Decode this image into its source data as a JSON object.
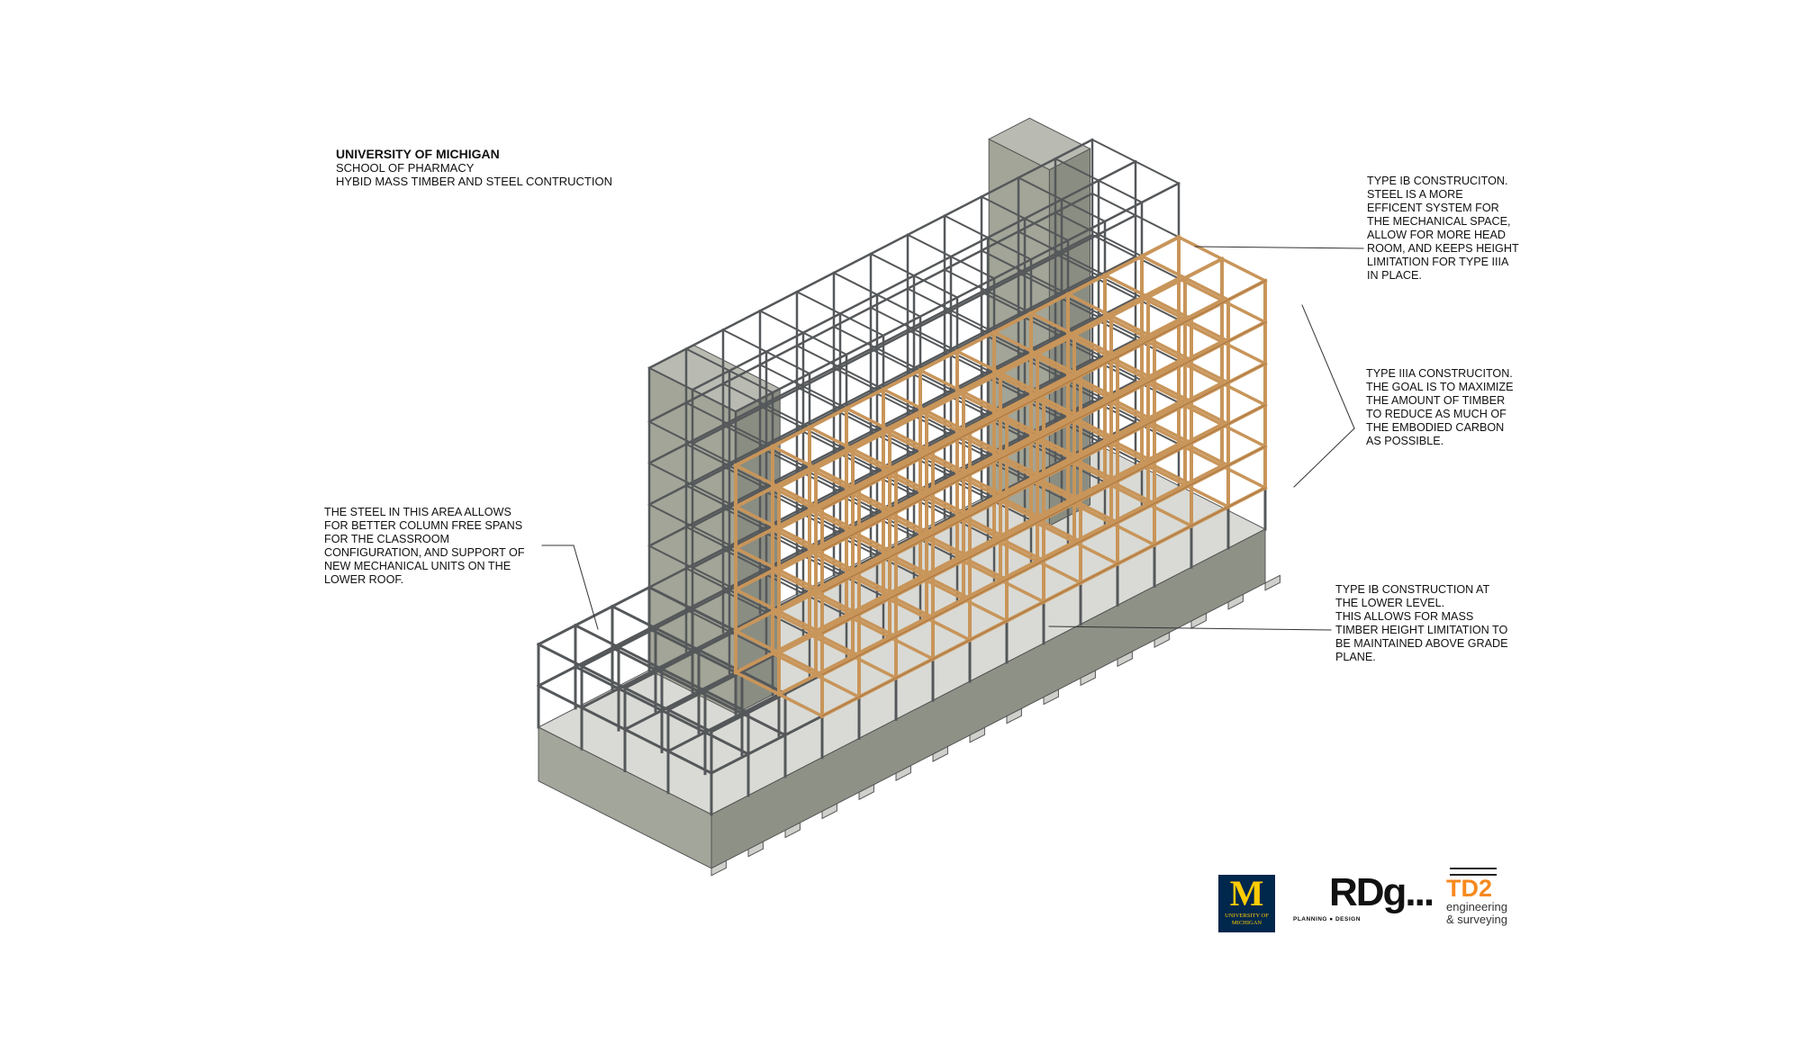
{
  "title": {
    "line1": "UNIVERSITY OF MICHIGAN",
    "line2": "SCHOOL OF PHARMACY",
    "line3": "HYBID MASS TIMBER AND  STEEL CONTRUCTION"
  },
  "notes": {
    "steel_mechanical": "TYPE IB CONSTRUCITON.\nSTEEL IS A MORE\nEFFICENT SYSTEM FOR\nTHE MECHANICAL SPACE,\nALLOW FOR MORE HEAD\nROOM, AND KEEPS HEIGHT\nLIMITATION FOR TYPE IIIA\nIN PLACE.",
    "timber": "TYPE IIIA CONSTRUCITON.\nTHE GOAL IS TO MAXIMIZE\nTHE AMOUNT OF TIMBER\nTO REDUCE AS MUCH OF\nTHE EMBODIED CARBON\nAS POSSIBLE.",
    "steel_classroom": "THE STEEL IN THIS AREA ALLOWS\nFOR BETTER COLUMN FREE SPANS\nFOR THE CLASSROOM\nCONFIGURATION, AND SUPPORT OF\nNEW MECHANICAL UNITS ON THE\nLOWER ROOF.",
    "lower_level": "TYPE IB CONSTRUCTION AT\nTHE LOWER LEVEL.\nTHIS ALLOWS FOR MASS\nTIMBER HEIGHT LIMITATION TO\nBE MAINTAINED ABOVE GRADE\nPLANE."
  },
  "logos": {
    "umich_letter": "M",
    "umich_text": "UNIVERSITY OF MICHIGAN",
    "rdg": "RDg...",
    "rdg_sub": "PLANNING ● DESIGN",
    "td2": "TD2",
    "td2_line1": "engineering",
    "td2_line2": "& surveying"
  },
  "colors": {
    "timber": "#c8955a",
    "steel": "#55585a",
    "concrete": "#8e9186"
  }
}
